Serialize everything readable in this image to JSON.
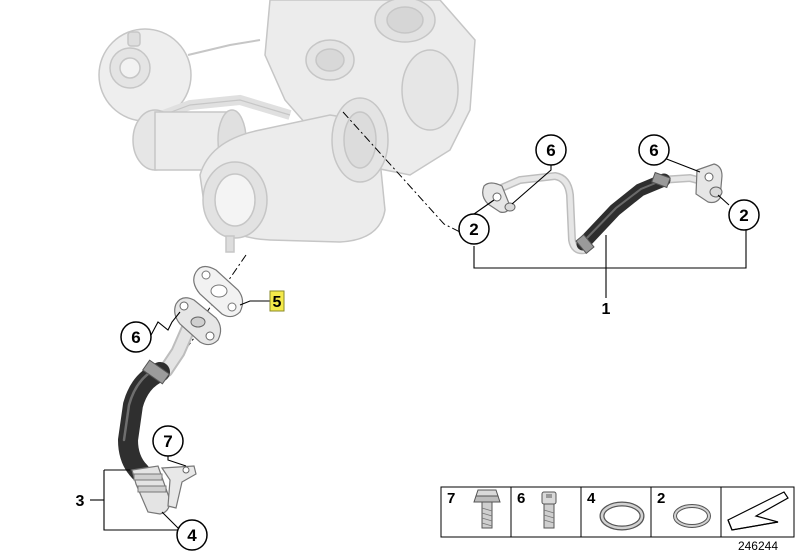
{
  "diagram": {
    "callouts": {
      "c6_upper_left": "6",
      "c6_upper_right": "6",
      "c2_left": "2",
      "c2_right": "2",
      "c6_lower": "6",
      "c7_lower": "7",
      "c4_lower": "4"
    },
    "references": {
      "r1": "1",
      "r3": "3",
      "r5": "5"
    },
    "legend": {
      "cells": [
        {
          "number": "7",
          "part": "bolt-icon"
        },
        {
          "number": "6",
          "part": "screw-icon"
        },
        {
          "number": "4",
          "part": "large-o-ring-icon"
        },
        {
          "number": "2",
          "part": "small-o-ring-icon"
        }
      ],
      "last_cell_icon": "arrow-icon"
    },
    "diagram_id": "246244",
    "colors": {
      "highlight": "#f4e94a",
      "hose": "#2f2f2f",
      "pipe": "#d8d8d8",
      "turbo_fill": "#ececec",
      "turbo_stroke": "#c4c4c4",
      "line": "#000000"
    }
  }
}
